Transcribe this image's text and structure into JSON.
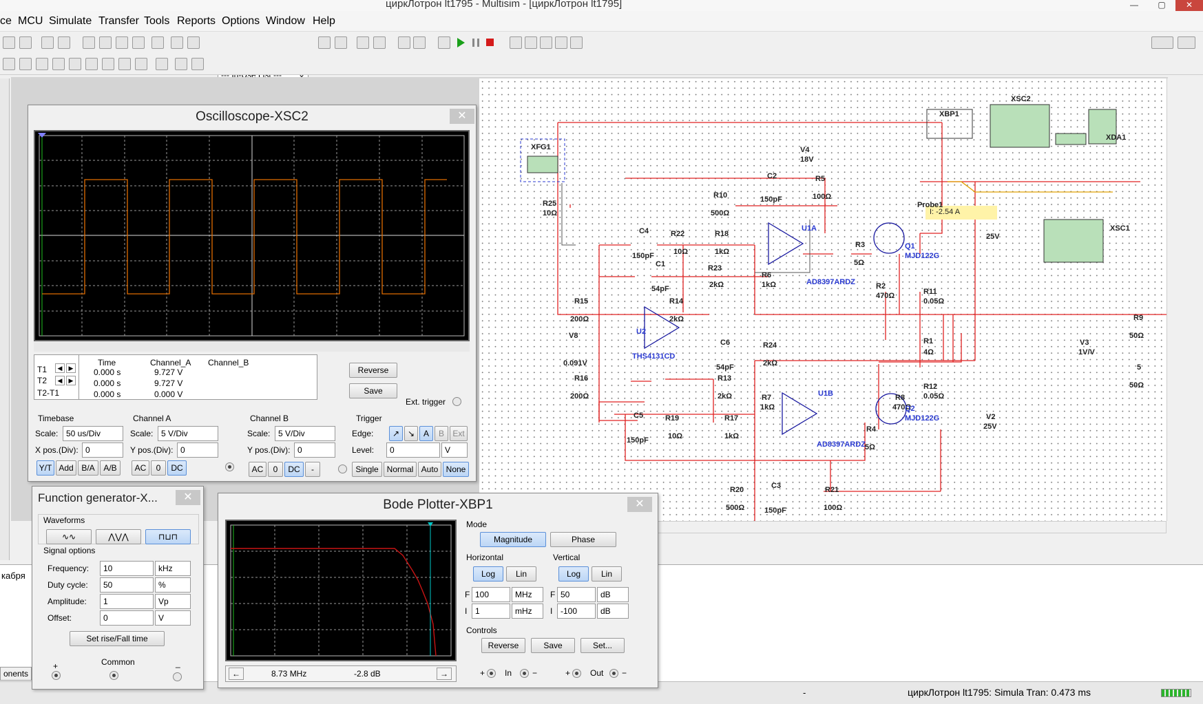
{
  "window": {
    "title": "циркЛотрон lt1795 - Multisim - [циркЛотрон lt1795]",
    "min": "—",
    "max": "▢",
    "close": "✕"
  },
  "menu": [
    "ce",
    "MCU",
    "Simulate",
    "Transfer",
    "Tools",
    "Reports",
    "Options",
    "Window",
    "Help"
  ],
  "toolbar": {
    "in_use_list": "--- In-Use List ---"
  },
  "osc": {
    "title": "Oscilloscope-XSC2",
    "close": "✕",
    "readout_headers": [
      "Time",
      "Channel_A",
      "Channel_B"
    ],
    "rows": [
      {
        "label": "T1",
        "time": "0.000 s",
        "a": "9.727 V",
        "b": ""
      },
      {
        "label": "T2",
        "time": "0.000 s",
        "a": "9.727 V",
        "b": ""
      },
      {
        "label": "T2-T1",
        "time": "0.000 s",
        "a": "0.000 V",
        "b": ""
      }
    ],
    "reverse": "Reverse",
    "save": "Save",
    "ext_trigger": "Ext. trigger",
    "timebase": {
      "label": "Timebase",
      "scale_label": "Scale:",
      "scale": "50 us/Div",
      "xpos_label": "X pos.(Div):",
      "xpos": "0",
      "buttons": [
        "Y/T",
        "Add",
        "B/A",
        "A/B"
      ]
    },
    "cha": {
      "label": "Channel A",
      "scale_label": "Scale:",
      "scale": "5  V/Div",
      "ypos_label": "Y pos.(Div):",
      "ypos": "0",
      "buttons": [
        "AC",
        "0",
        "DC"
      ]
    },
    "chb": {
      "label": "Channel B",
      "scale_label": "Scale:",
      "scale": "5  V/Div",
      "ypos_label": "Y pos.(Div):",
      "ypos": "0",
      "buttons": [
        "AC",
        "0",
        "DC",
        "-"
      ]
    },
    "trigger": {
      "label": "Trigger",
      "edge_label": "Edge:",
      "edge_a": "A",
      "edge_b": "B",
      "edge_ext": "Ext",
      "level_label": "Level:",
      "level": "0",
      "level_unit": "V",
      "modes": [
        "Single",
        "Normal",
        "Auto",
        "None"
      ]
    }
  },
  "fg": {
    "title": "Function generator-X...",
    "close": "✕",
    "waveforms": "Waveforms",
    "signal": "Signal options",
    "freq_label": "Frequency:",
    "freq": "10",
    "freq_unit": "kHz",
    "duty_label": "Duty cycle:",
    "duty": "50",
    "duty_unit": "%",
    "amp_label": "Amplitude:",
    "amp": "1",
    "amp_unit": "Vp",
    "off_label": "Offset:",
    "off": "0",
    "off_unit": "V",
    "rise": "Set rise/Fall time",
    "plus": "+",
    "common": "Common",
    "minus": "_"
  },
  "bode": {
    "title": "Bode Plotter-XBP1",
    "close": "✕",
    "mode": "Mode",
    "magnitude": "Magnitude",
    "phase": "Phase",
    "horizontal": "Horizontal",
    "vertical": "Vertical",
    "log": "Log",
    "lin": "Lin",
    "hf": "100",
    "hf_unit": "MHz",
    "hi": "1",
    "hi_unit": "mHz",
    "vf": "50",
    "vf_unit": "dB",
    "vi": "-100",
    "vi_unit": "dB",
    "f": "F",
    "i": "I",
    "controls": "Controls",
    "reverse": "Reverse",
    "save": "Save",
    "set": "Set...",
    "freq_readout": "8.73 MHz",
    "db_readout": "-2.8 dB",
    "in": "In",
    "out": "Out",
    "plus": "+",
    "minus": "−"
  },
  "schematic": {
    "labels": [
      "XFG1",
      "R25",
      "10Ω",
      "V4",
      "18V",
      "C2",
      "150pF",
      "R5",
      "100Ω",
      "R10",
      "500Ω",
      "U1A",
      "C4",
      "150pF",
      "R22",
      "10Ω",
      "R18",
      "1kΩ",
      "C1",
      "54pF",
      "R23",
      "2kΩ",
      "R6",
      "1kΩ",
      "R3",
      "5Ω",
      "R15",
      "200Ω",
      "R14",
      "2kΩ",
      "U2",
      "V8",
      "0.091V",
      "R2",
      "470Ω",
      "R11",
      "0.05Ω",
      "R1",
      "4Ω",
      "C6",
      "54pF",
      "R24",
      "2kΩ",
      "R16",
      "200Ω",
      "R13",
      "2kΩ",
      "R7",
      "1kΩ",
      "R12",
      "0.05Ω",
      "R8",
      "470Ω",
      "C5",
      "150pF",
      "R19",
      "10Ω",
      "R17",
      "1kΩ",
      "R4",
      "5Ω",
      "V2",
      "25V",
      "R20",
      "500Ω",
      "C3",
      "150pF",
      "R21",
      "100Ω",
      "XBP1",
      "XSC2",
      "XDA1",
      "XSC1",
      "R9",
      "50Ω",
      "V3",
      "1V/V",
      "5",
      "50Ω",
      "Probe1",
      "25V"
    ],
    "blue": [
      "AD8397ARDZ",
      "THS4131CD",
      "AD8397ARDZ",
      "U1B",
      "MJD122G",
      "MJD122G",
      "Q1",
      "Q2"
    ],
    "probe": "I: -2.54 A"
  },
  "output": {
    "text": "кабря",
    "tab": "onents"
  },
  "status": {
    "dash": "-",
    "text": "циркЛотрон lt1795: Simula Tran: 0.473 ms"
  },
  "colors": {
    "trace": "#e06c00",
    "wire": "#e02020",
    "bodecurve": "#c81414",
    "cursor": "#00c8c8"
  }
}
